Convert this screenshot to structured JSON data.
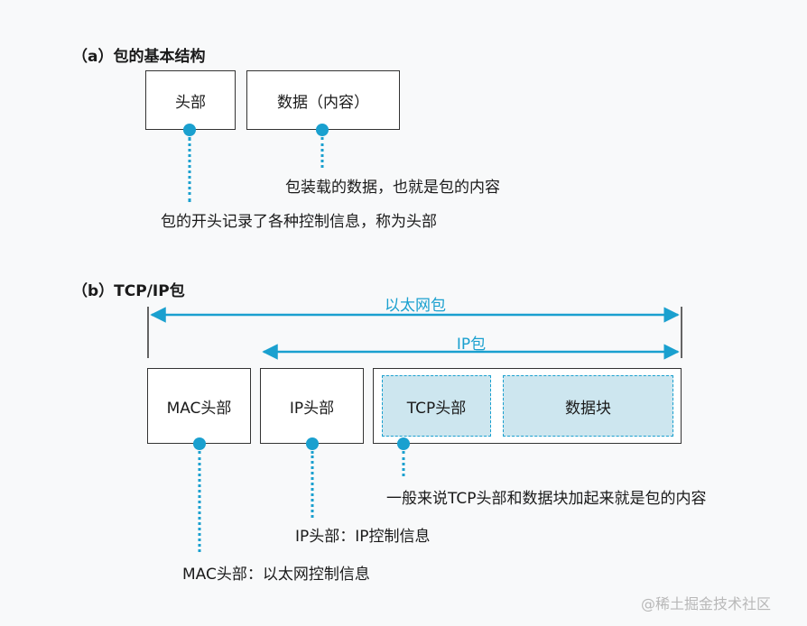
{
  "section_a": {
    "title": "（a）包的基本结构",
    "header_box": "头部",
    "data_box": "数据（内容）",
    "data_note": "包装载的数据，也就是包的内容",
    "header_note": "包的开头记录了各种控制信息，称为头部"
  },
  "section_b": {
    "title": "（b）TCP/IP包",
    "ethernet_label": "以太网包",
    "ip_label": "IP包",
    "mac_box": "MAC头部",
    "ip_box": "IP头部",
    "tcp_box": "TCP头部",
    "data_block_box": "数据块",
    "tcp_note": "一般来说TCP头部和数据块加起来就是包的内容",
    "ip_note": "IP头部：IP控制信息",
    "mac_note": "MAC头部：以太网控制信息"
  },
  "watermark": "@稀土掘金技术社区",
  "colors": {
    "accent": "#1aa0cf",
    "fill": "#cde6ef"
  }
}
